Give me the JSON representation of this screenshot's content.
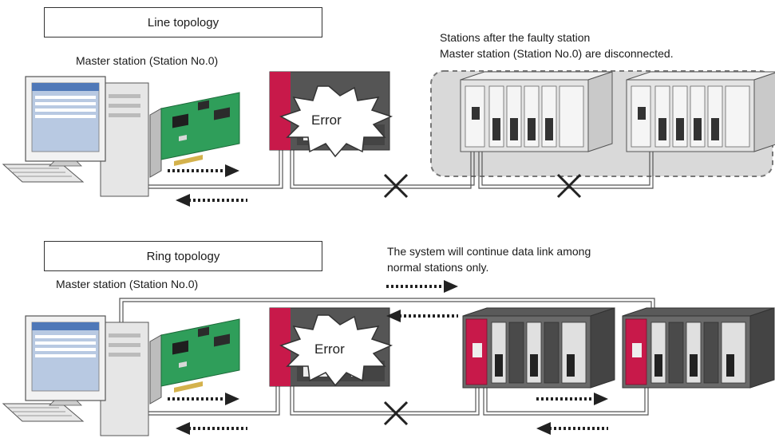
{
  "line": {
    "title": "Line topology",
    "master_label": "Master station (Station No.0)",
    "note_line1": "Stations after the faulty station",
    "note_line2": "Master station (Station No.0) are disconnected.",
    "error_label": "Error"
  },
  "ring": {
    "title": "Ring topology",
    "master_label": "Master station (Station No.0)",
    "note_line1": "The system will continue data link among",
    "note_line2": "normal stations only.",
    "error_label": "Error"
  },
  "colors": {
    "module_red": "#c8194a",
    "module_dark": "#3b3b3b",
    "module_light": "#e6e6e6",
    "board_green": "#2f9e5a",
    "cable": "#555555",
    "disconnected_area": "#d9d9d9"
  },
  "icons": [
    "computer-icon",
    "network-board-icon",
    "plc-station-icon",
    "error-burst-icon",
    "disconnect-x-icon",
    "arrow-right-icon",
    "arrow-left-icon"
  ]
}
